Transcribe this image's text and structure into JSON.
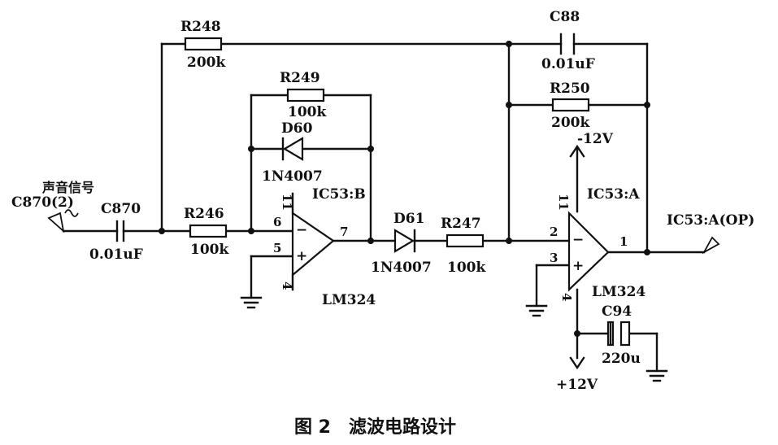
{
  "caption": "图 2　滤波电路设计",
  "input": {
    "connector": "C870(2)",
    "signal": "声音信号"
  },
  "output": {
    "label": "IC53:A(OP)"
  },
  "components": {
    "C870": {
      "ref": "C870",
      "value": "0.01uF"
    },
    "R248": {
      "ref": "R248",
      "value": "200k"
    },
    "R246": {
      "ref": "R246",
      "value": "100k"
    },
    "R249": {
      "ref": "R249",
      "value": "100k"
    },
    "D60": {
      "ref": "D60",
      "value": "1N4007"
    },
    "D61": {
      "ref": "D61",
      "value": "1N4007"
    },
    "R247": {
      "ref": "R247",
      "value": "100k"
    },
    "C88": {
      "ref": "C88",
      "value": "0.01uF"
    },
    "R250": {
      "ref": "R250",
      "value": "200k"
    },
    "C94": {
      "ref": "C94",
      "value": "220u"
    }
  },
  "opamps": {
    "B": {
      "ref": "IC53:B",
      "part": "LM324",
      "pin_inv": "6",
      "pin_noninv": "5",
      "pin_out": "7",
      "pin_top": "11",
      "pin_bottom": "4"
    },
    "A": {
      "ref": "IC53:A",
      "part": "LM324",
      "pin_inv": "2",
      "pin_noninv": "3",
      "pin_out": "1",
      "pin_top": "11",
      "pin_bottom": "4"
    }
  },
  "power": {
    "neg": "-12V",
    "pos": "+12V"
  },
  "symbols": {
    "minus": "−",
    "plus": "+"
  }
}
